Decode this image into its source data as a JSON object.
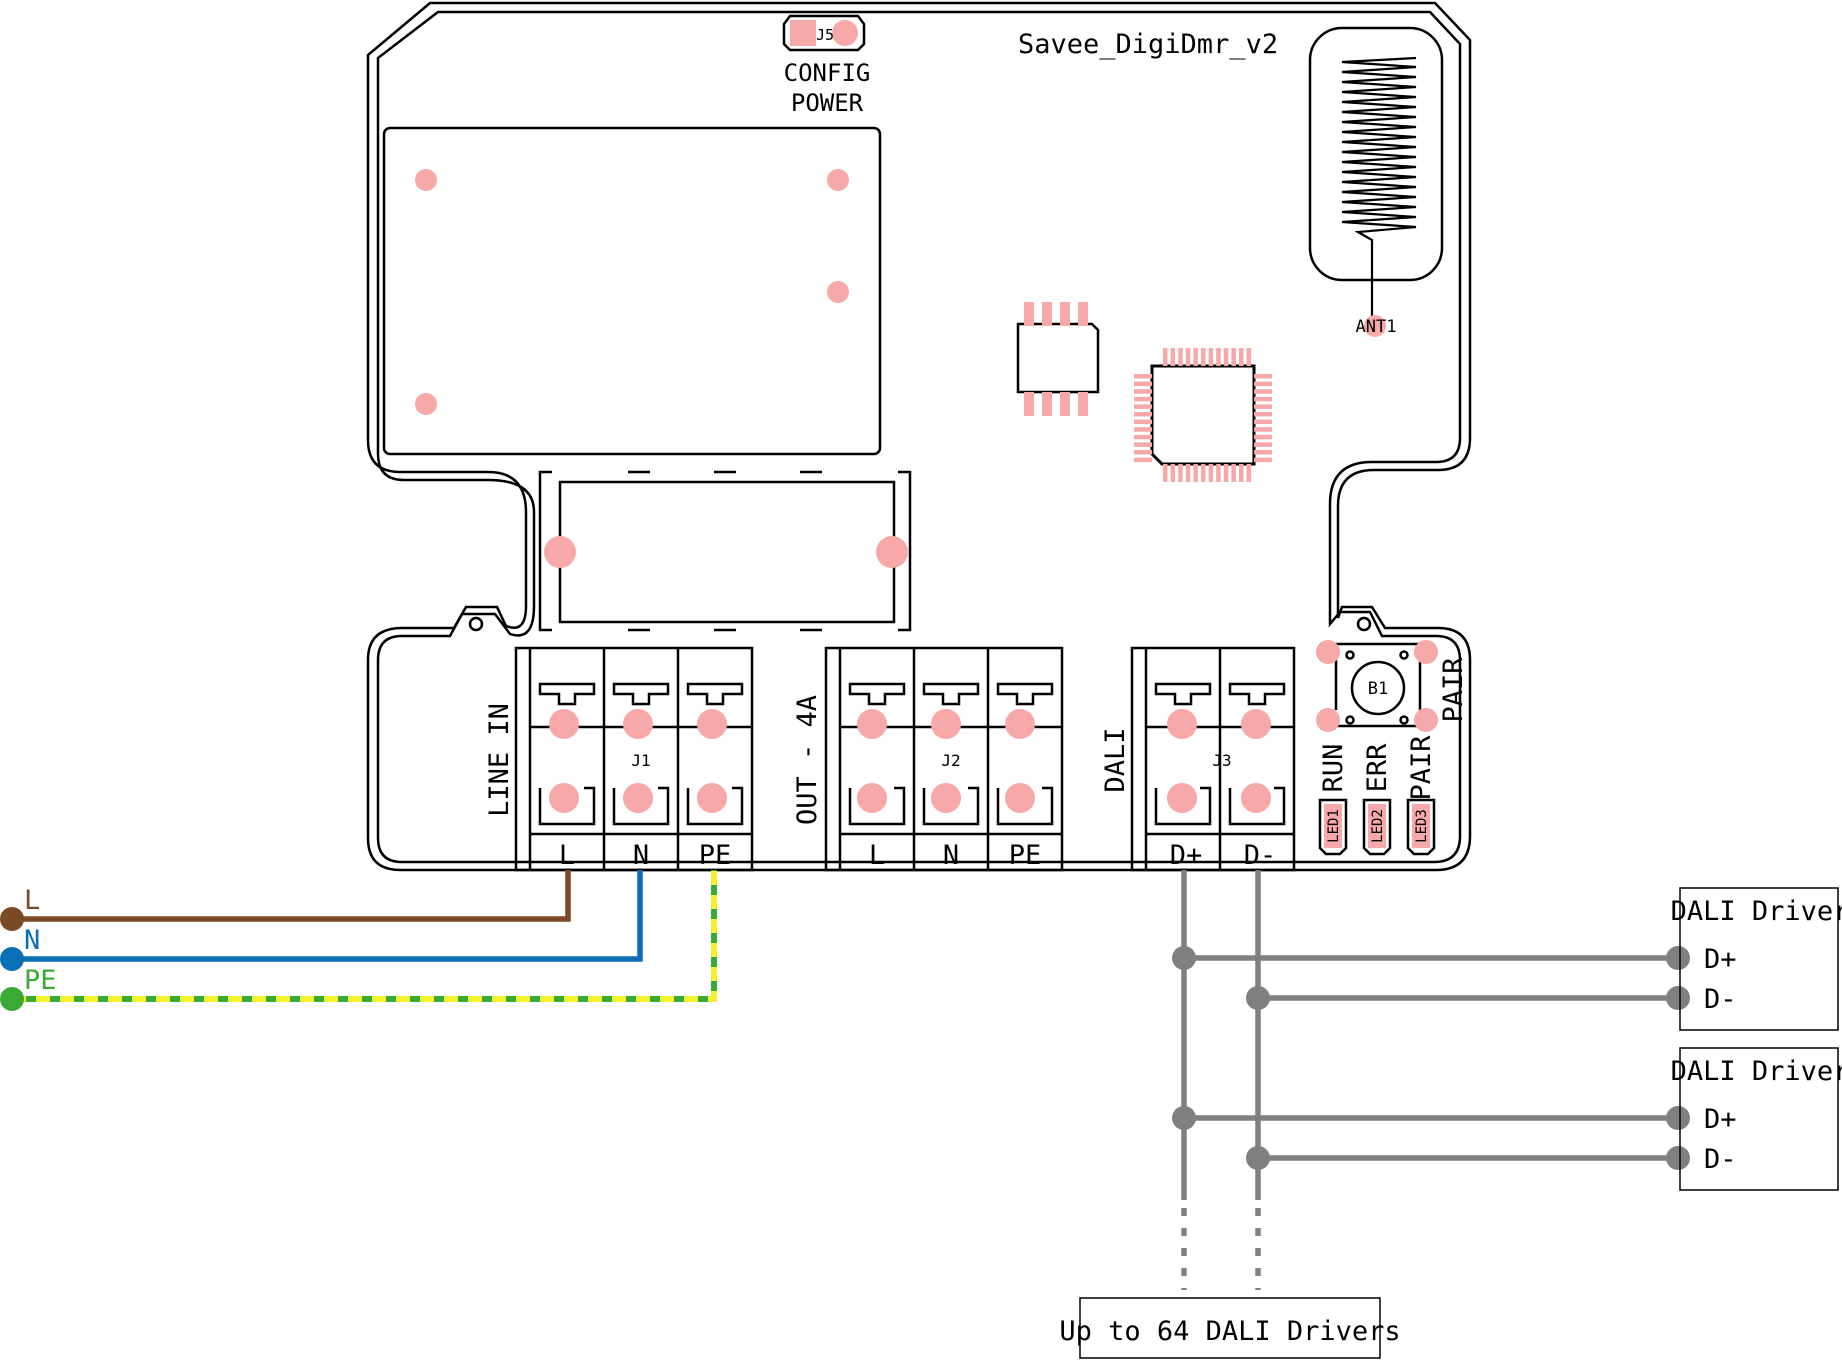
{
  "board": {
    "title": "Savee_DigiDmr_v2",
    "jumper_ref": "J5",
    "jumper_label_1": "CONFIG",
    "jumper_label_2": "POWER",
    "antenna_ref": "ANT1",
    "button_ref": "B1",
    "button_label": "PAIR",
    "connector_j1": {
      "ref": "J1",
      "title": "LINE IN",
      "terminals": [
        "L",
        "N",
        "PE"
      ]
    },
    "connector_j2": {
      "ref": "J2",
      "title": "OUT - 4A",
      "terminals": [
        "L",
        "N",
        "PE"
      ]
    },
    "connector_j3": {
      "ref": "J3",
      "title": "DALI",
      "terminals": [
        "D+",
        "D-"
      ]
    },
    "leds": [
      {
        "ref": "LED1",
        "label": "RUN"
      },
      {
        "ref": "LED2",
        "label": "ERR"
      },
      {
        "ref": "LED3",
        "label": "PAIR"
      }
    ]
  },
  "mains": {
    "wires": [
      {
        "label": "L",
        "color": "#7a4a26"
      },
      {
        "label": "N",
        "color": "#0a6fb5"
      },
      {
        "label": "PE",
        "color": "#3aa935",
        "dash_color": "#f2f230"
      }
    ]
  },
  "drivers": [
    {
      "title": "DALI Driver",
      "terminals": [
        "D+",
        "D-"
      ]
    },
    {
      "title": "DALI Driver",
      "terminals": [
        "D+",
        "D-"
      ]
    }
  ],
  "bus_note": "Up to 64 DALI Drivers",
  "colors": {
    "pad": "#f7a8a8",
    "dali_bus": "#808080",
    "outline": "#000000"
  }
}
